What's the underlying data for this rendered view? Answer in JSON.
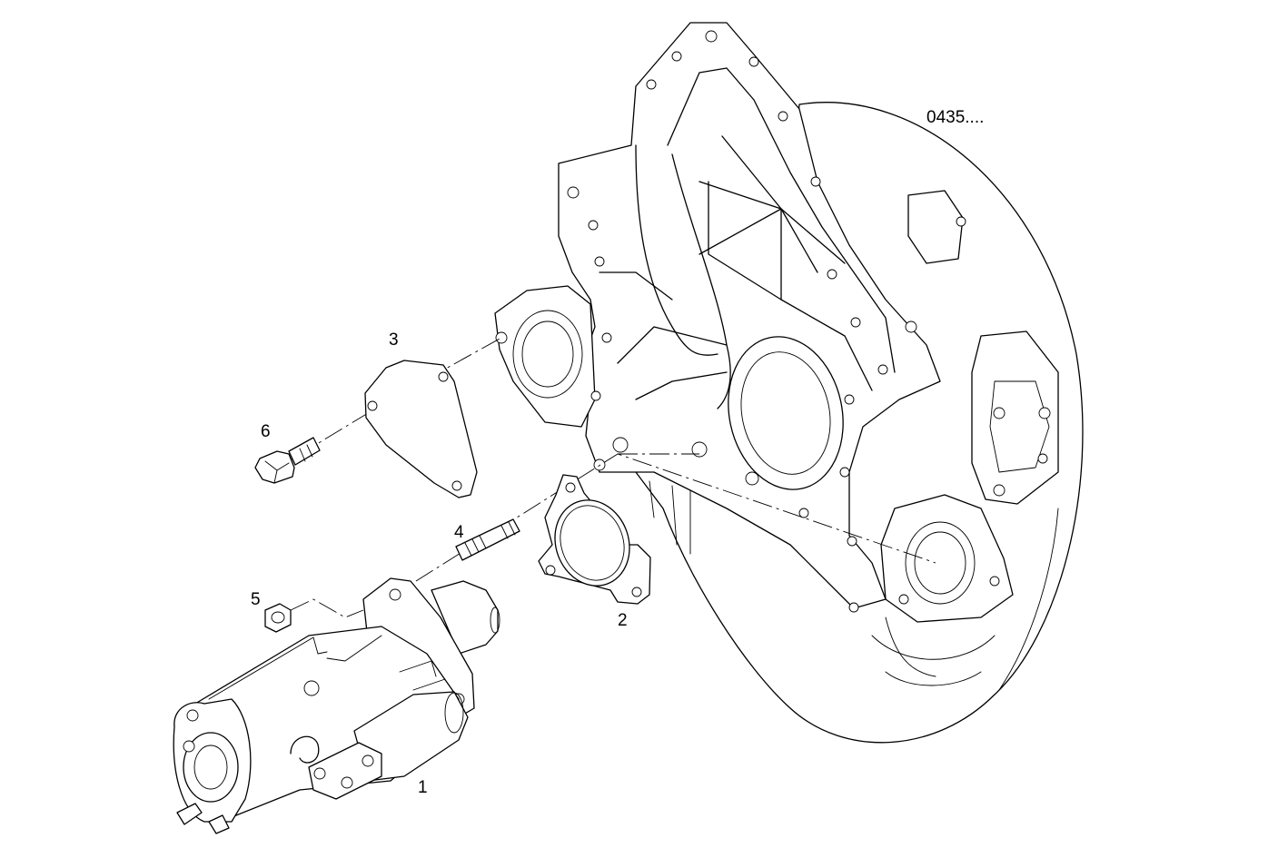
{
  "drawing": {
    "reference_code": "0435...."
  },
  "callouts": [
    {
      "id": "1",
      "label": "1"
    },
    {
      "id": "2",
      "label": "2"
    },
    {
      "id": "3",
      "label": "3"
    },
    {
      "id": "4",
      "label": "4"
    },
    {
      "id": "5",
      "label": "5"
    },
    {
      "id": "6",
      "label": "6"
    }
  ]
}
